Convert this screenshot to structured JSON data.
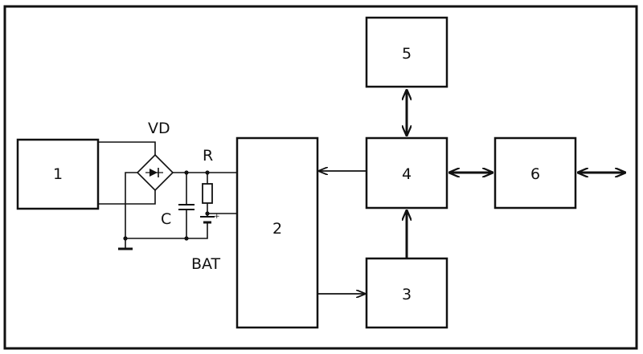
{
  "blocks": {
    "b1": "1",
    "b2": "2",
    "b3": "3",
    "b4": "4",
    "b5": "5",
    "b6": "6"
  },
  "components": {
    "rectifier": "VD",
    "resistor": "R",
    "capacitor": "C",
    "battery": "BAT"
  }
}
